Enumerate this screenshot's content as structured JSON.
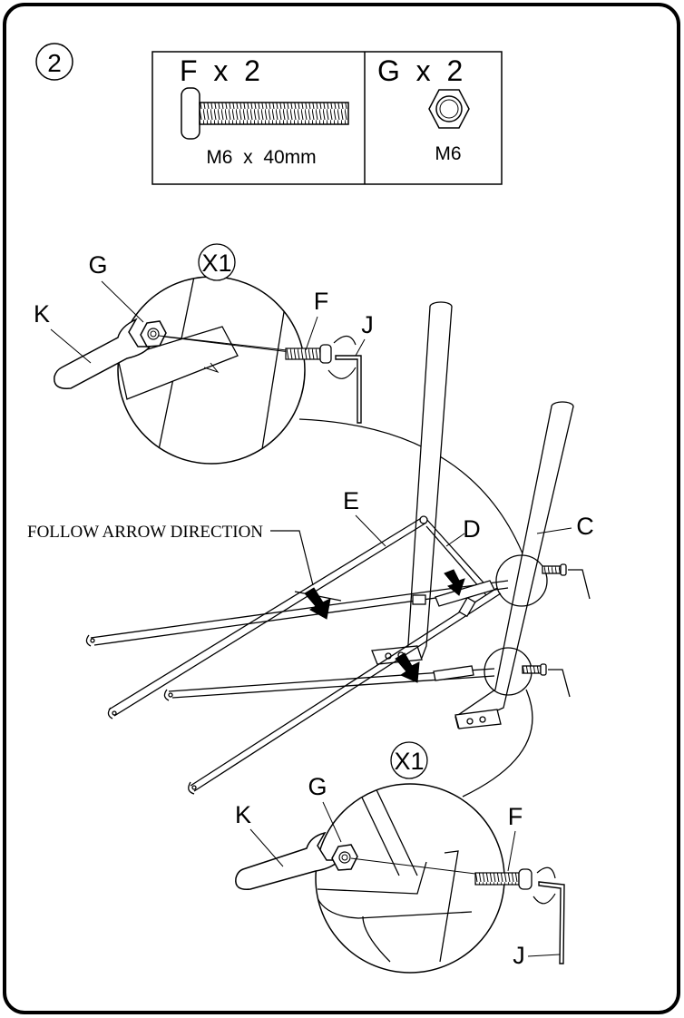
{
  "step": {
    "number": "2"
  },
  "parts_box": {
    "part_f": {
      "title": "F  x  2",
      "spec": "M6  x  40mm"
    },
    "part_g": {
      "title": "G  x  2",
      "spec": "M6"
    }
  },
  "callout_top": {
    "multiplier": "X1",
    "labels": {
      "g": "G",
      "k": "K",
      "f": "F",
      "j": "J"
    }
  },
  "callout_bottom": {
    "multiplier": "X1",
    "labels": {
      "g": "G",
      "k": "K",
      "f": "F",
      "j": "J"
    }
  },
  "main": {
    "labels": {
      "e": "E",
      "d": "D",
      "c": "C"
    },
    "instruction": "FOLLOW ARROW DIRECTION"
  }
}
